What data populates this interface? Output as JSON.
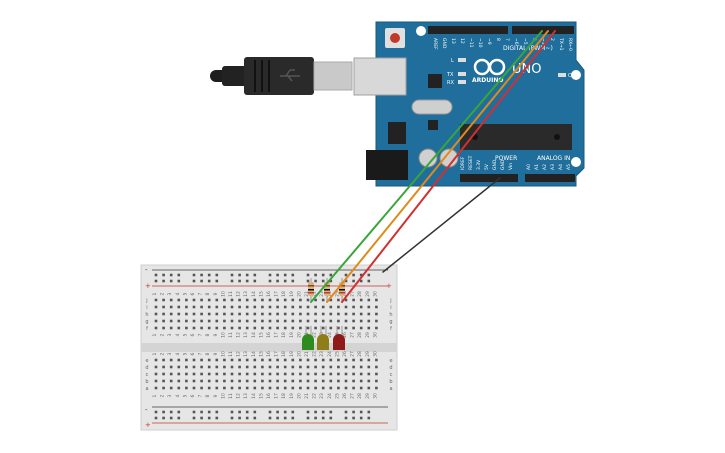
{
  "board": {
    "brand": "ARDUINO",
    "model": "UNO",
    "digital_label": "DIGITAL (PWM~)",
    "power_label": "POWER",
    "analog_label": "ANALOG IN",
    "led_l": "L",
    "led_tx": "TX",
    "led_rx": "RX",
    "led_on": "ON",
    "digital_pins": [
      "AREF",
      "GND",
      "13",
      "12",
      "~11",
      "~10",
      "~9",
      "8",
      "7",
      "~6",
      "~5",
      "4",
      "~3",
      "2",
      "TX→1",
      "RX←0"
    ],
    "power_pins": [
      "IOREF",
      "RESET",
      "3.3V",
      "5V",
      "GND",
      "GND",
      "Vin"
    ],
    "analog_pins": [
      "A0",
      "A1",
      "A2",
      "A3",
      "A4",
      "A5"
    ]
  },
  "breadboard": {
    "rows": [
      "a",
      "b",
      "c",
      "d",
      "e",
      "f",
      "g",
      "h",
      "i",
      "j"
    ],
    "column_numbers": [
      "1",
      "2",
      "3",
      "4",
      "5",
      "6",
      "7",
      "8",
      "9",
      "10",
      "11",
      "12",
      "13",
      "14",
      "15",
      "16",
      "17",
      "18",
      "19",
      "20",
      "21",
      "22",
      "23",
      "24",
      "25",
      "26",
      "27",
      "28",
      "29",
      "30"
    ],
    "rail_minus": "-",
    "rail_plus": "+"
  },
  "components": {
    "leds": [
      {
        "name": "green-led",
        "color": "#2e8b1f"
      },
      {
        "name": "yellow-led",
        "color": "#8f7d1a"
      },
      {
        "name": "red-led",
        "color": "#8e1a1a"
      }
    ],
    "wires": [
      {
        "name": "green-wire",
        "color": "#3aa63a"
      },
      {
        "name": "orange-wire",
        "color": "#e08a1a"
      },
      {
        "name": "red-wire",
        "color": "#d23030"
      },
      {
        "name": "black-wire",
        "color": "#333333"
      }
    ]
  }
}
